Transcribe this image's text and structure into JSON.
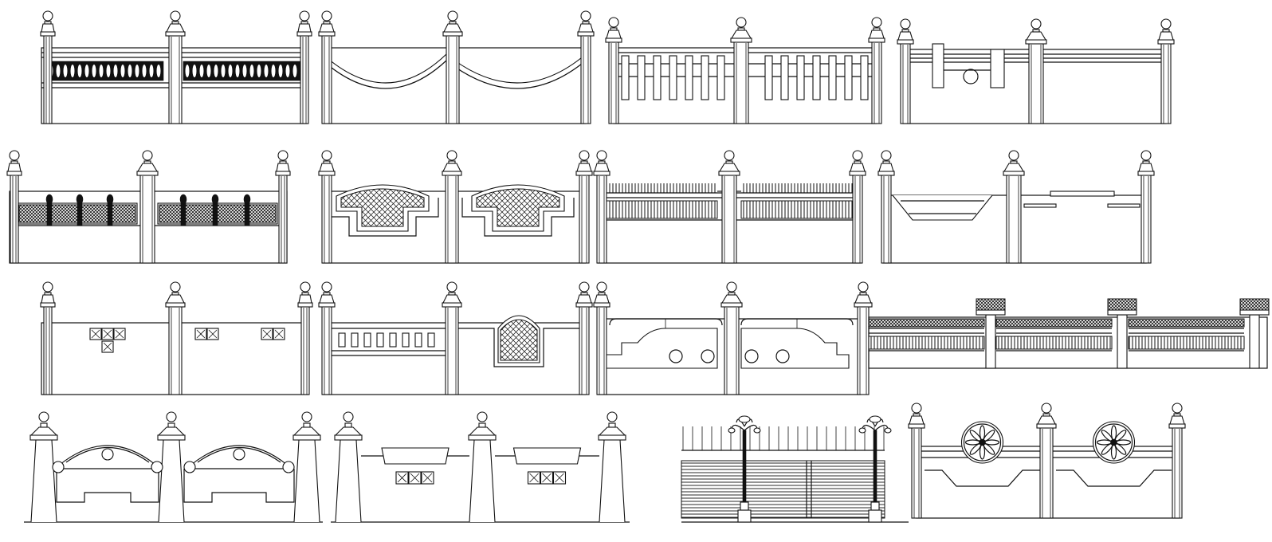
{
  "sheet": {
    "title": "",
    "background": "#ffffff",
    "line_color": "#111111"
  },
  "designs": [
    {
      "id": "baluster-rail-wall",
      "style": "baluster"
    },
    {
      "id": "swag-arch-wall",
      "style": "swag"
    },
    {
      "id": "picket-wall",
      "style": "picket"
    },
    {
      "id": "panel-circle-wall",
      "style": "panel"
    },
    {
      "id": "finial-lattice-wall",
      "style": "finial-lattice"
    },
    {
      "id": "lattice-shield-wall",
      "style": "shield"
    },
    {
      "id": "vertical-bar-wall",
      "style": "bars"
    },
    {
      "id": "trough-shelf-wall",
      "style": "trough"
    },
    {
      "id": "cross-tile-wall",
      "style": "tiles"
    },
    {
      "id": "slot-arch-wall",
      "style": "slot-arch"
    },
    {
      "id": "circle-cutout-wall",
      "style": "cutout"
    },
    {
      "id": "crested-rail-wall",
      "style": "crest"
    },
    {
      "id": "tapered-arc-wall",
      "style": "tapered-arc"
    },
    {
      "id": "tapered-panel-wall",
      "style": "tapered-panel"
    },
    {
      "id": "lamp-gate",
      "style": "lamp-gate"
    },
    {
      "id": "rosette-wall",
      "style": "rosette"
    }
  ]
}
